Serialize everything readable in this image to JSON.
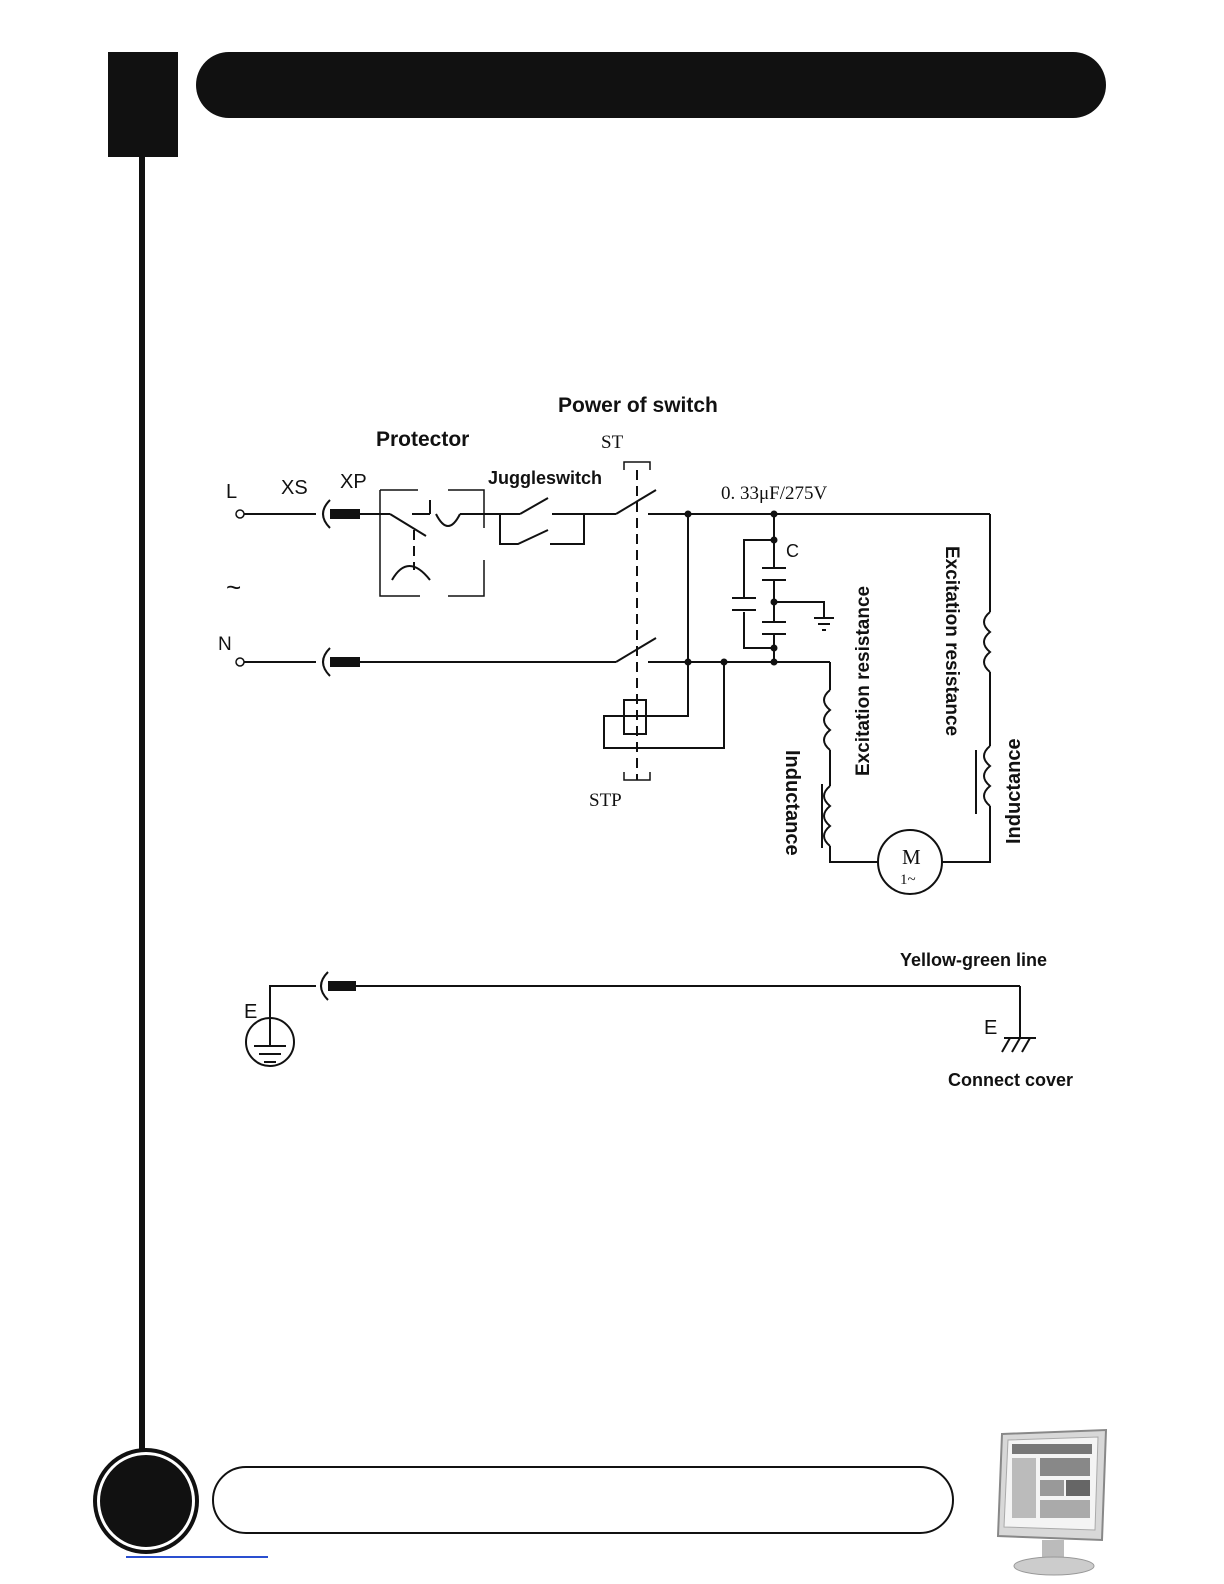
{
  "diagram": {
    "labels": {
      "power_of_switch": "Power of switch",
      "protector": "Protector",
      "st": "ST",
      "juggleswitch": "Juggleswitch",
      "capacitor_rating": "0. 33μF/275V",
      "c": "C",
      "l": "L",
      "xs": "XS",
      "xp": "XP",
      "n": "N",
      "ac_symbol": "~",
      "stp": "STP",
      "excitation_resistance_1": "Excitation resistance",
      "excitation_resistance_2": "Excitation resistance",
      "inductance_1": "Inductance",
      "inductance_2": "Inductance",
      "motor_m": "M",
      "motor_phase": "1~",
      "yellow_green_line": "Yellow-green line",
      "e_left": "E",
      "e_right": "E",
      "connect_cover": "Connect cover"
    }
  },
  "colors": {
    "ink": "#111111",
    "link": "#2a4fd0"
  },
  "icons": {
    "monitor": "monitor-thumbnail-icon",
    "ground": "ground-icon",
    "motor": "motor-icon"
  }
}
